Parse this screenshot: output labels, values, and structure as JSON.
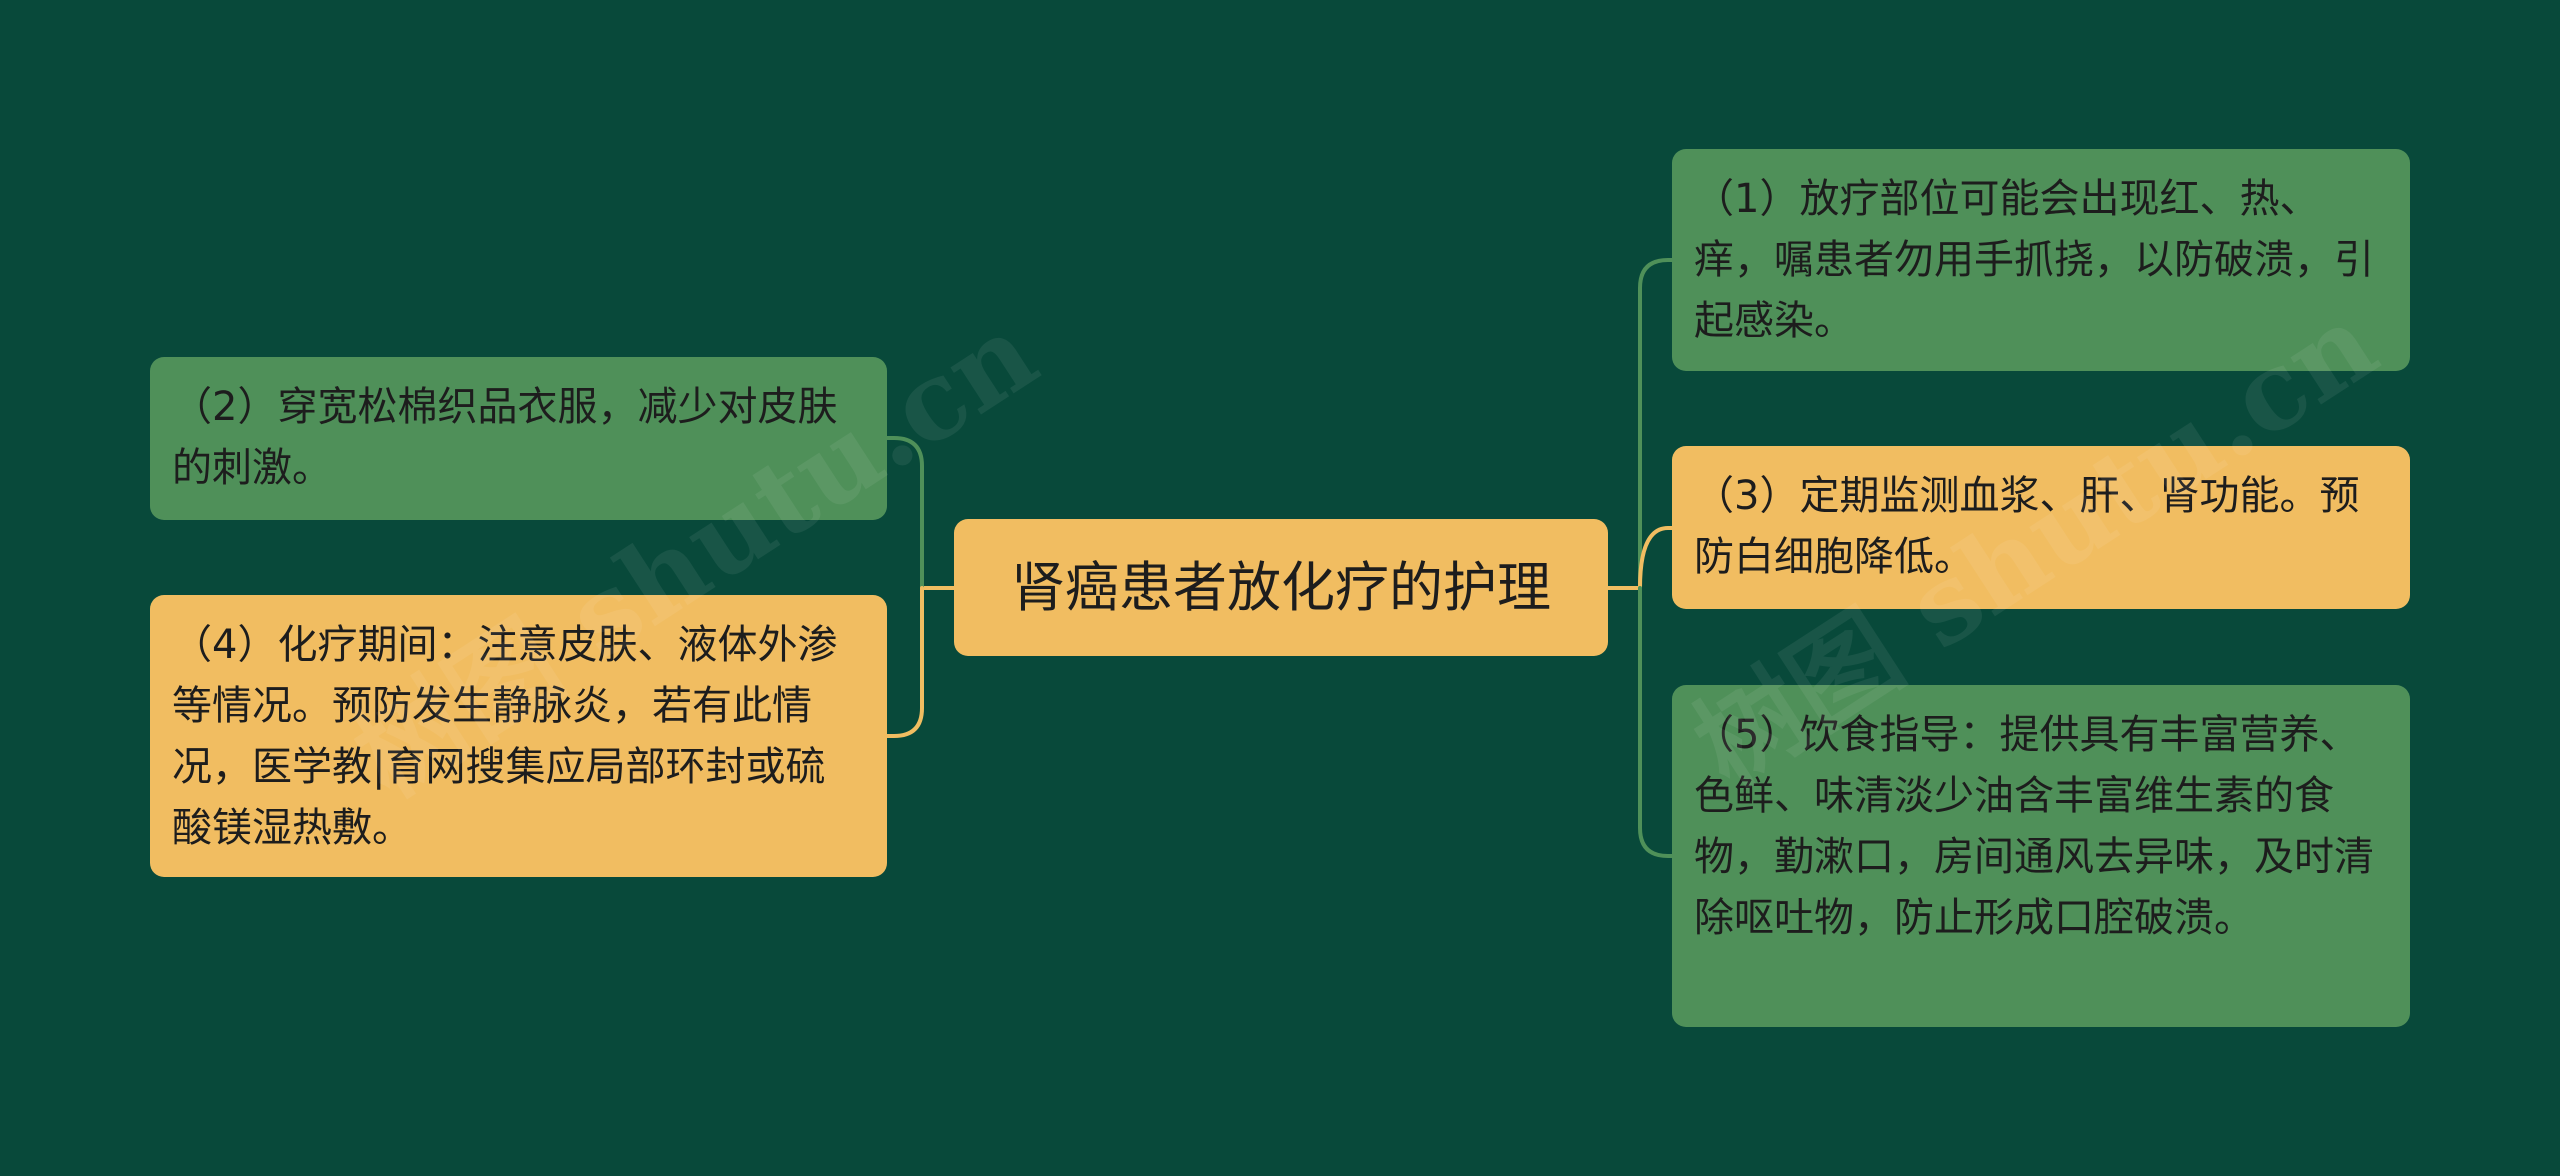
{
  "colors": {
    "background": "#08493a",
    "green_node": "#4f9059",
    "yellow_node": "#f1bd61",
    "green_line": "#4f9059",
    "yellow_line": "#f1bd61"
  },
  "mindmap": {
    "root": {
      "label": "肾癌患者放化疗的护理",
      "color": "yellow"
    },
    "right": [
      {
        "id": "n1",
        "label": "（1）放疗部位可能会出现红、热、痒，嘱患者勿用手抓挠，以防破溃，引起感染。",
        "color": "green"
      },
      {
        "id": "n3",
        "label": "（3）定期监测血浆、肝、肾功能。预防白细胞降低。",
        "color": "yellow"
      },
      {
        "id": "n5",
        "label": "（5）饮食指导：提供具有丰富营养、色鲜、味清淡少油含丰富维生素的食物，勤漱口，房间通风去异味，及时清除呕吐物，防止形成口腔破溃。",
        "color": "green"
      }
    ],
    "left": [
      {
        "id": "n2",
        "label": "（2）穿宽松棉织品衣服，减少对皮肤的刺激。",
        "color": "green"
      },
      {
        "id": "n4",
        "label": "（4）化疗期间：注意皮肤、液体外渗等情况。预防发生静脉炎，若有此情况，医学教|育网搜集应局部环封或硫酸镁湿热敷。",
        "color": "yellow"
      }
    ]
  },
  "watermarks": [
    "树图 shutu.cn",
    "树图 shutu.cn"
  ]
}
